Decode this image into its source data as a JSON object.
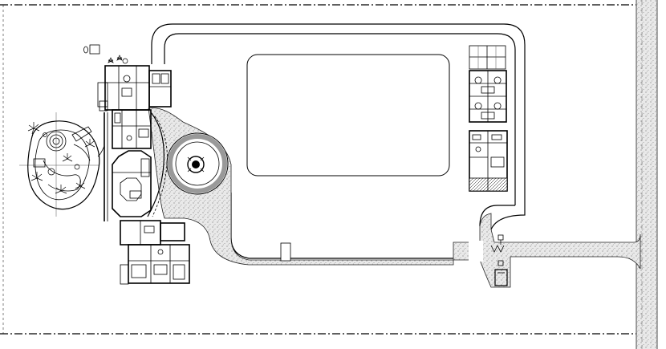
{
  "drawing": {
    "type": "site-plan",
    "description_visible": false
  },
  "elements": {
    "property_line": "dashed",
    "fountain_ring_color": "#999999",
    "paving_pattern": "stipple",
    "line_color": "#000000"
  }
}
